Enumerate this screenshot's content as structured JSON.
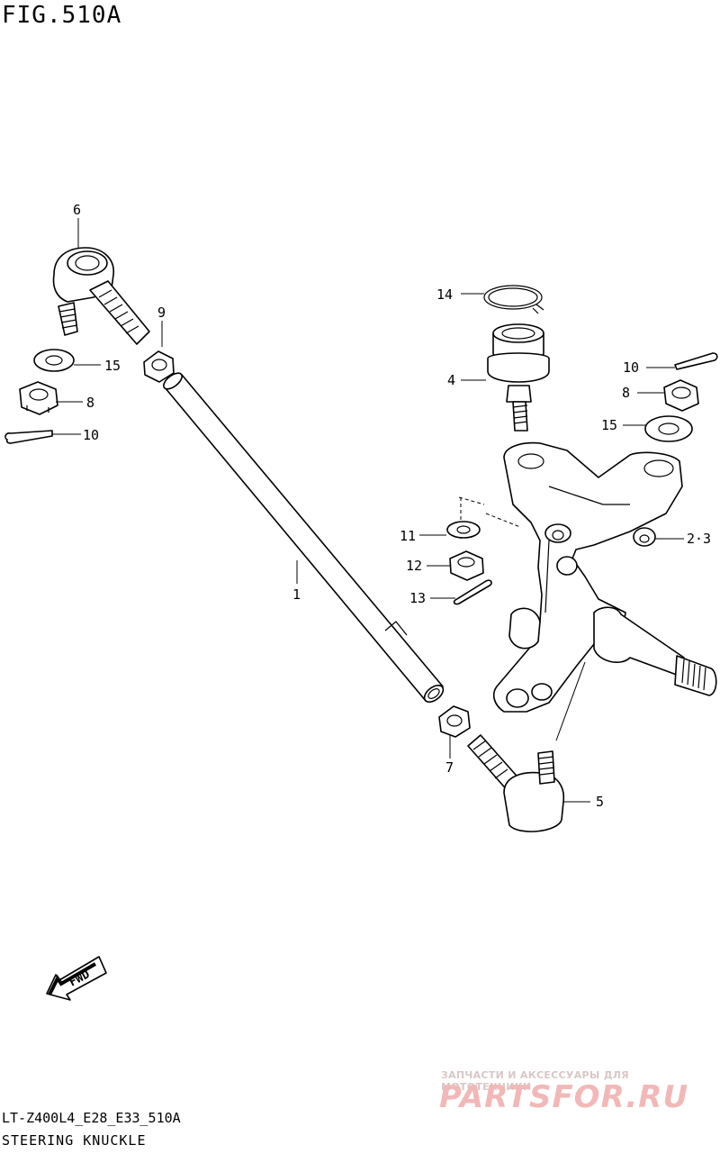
{
  "figure": {
    "title": "FIG.510A",
    "model_code": "LT-Z400L4_E28_E33_510A",
    "section_name": "STEERING KNUCKLE"
  },
  "callouts": {
    "c1": "1",
    "c2_3": "2·3",
    "c4": "4",
    "c5": "5",
    "c6": "6",
    "c7": "7",
    "c8_left": "8",
    "c8_right": "8",
    "c9": "9",
    "c10_left": "10",
    "c10_right": "10",
    "c11": "11",
    "c12": "12",
    "c13": "13",
    "c14": "14",
    "c15_left": "15",
    "c15_right": "15"
  },
  "fwd_arrow": {
    "label": "FWD"
  },
  "watermark": {
    "tagline": "ЗАПЧАСТИ И АКСЕССУАРЫ ДЛЯ МОТОТЕХНИКИ",
    "logo": "PARTSFOR.RU"
  }
}
